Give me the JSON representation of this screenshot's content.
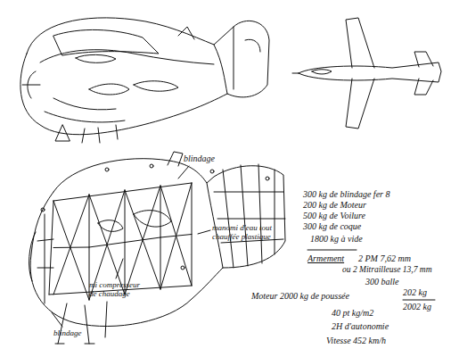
{
  "diagram": {
    "labels": [
      "blindage",
      "manomi d'eau tout chauffée plastique",
      "mi compresseur de chaudage",
      "blindage",
      "300 kg de blindage fer 8",
      "200 kg de Moteur",
      "500 kg de Voilure",
      "300 kg de coque",
      "1800 kg à vide",
      "Armement",
      "2 PM 7,62 mm",
      "ou 2 Mitrailleuse 13,7 mm",
      "300 balle",
      "Moteur 2000 kg de poussée",
      "202 kg",
      "2002 kg",
      "40 pt kg/m2",
      "2H d'autonomie",
      "Vitesse 452 km/h"
    ]
  }
}
